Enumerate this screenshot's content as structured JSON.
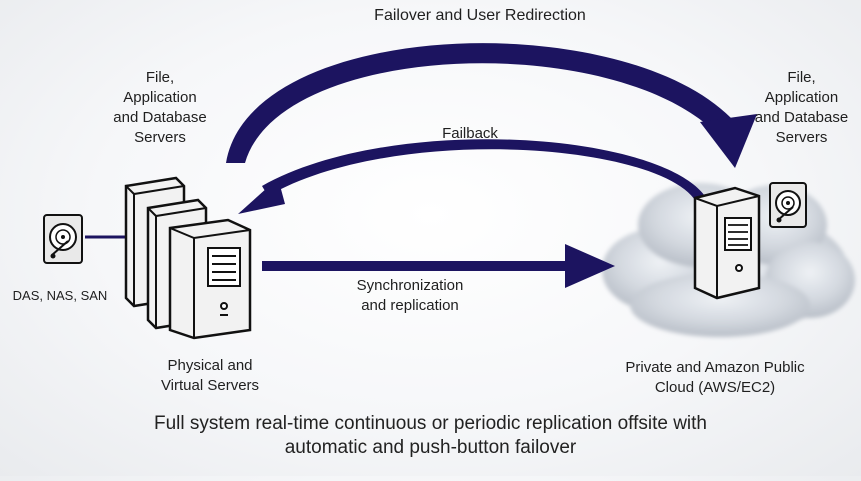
{
  "labels": {
    "failover": "Failover and User Redirection",
    "failback": "Failback",
    "sync_line1": "Synchronization",
    "sync_line2": "and replication",
    "left_servers": [
      "File,",
      "Application",
      "and Database",
      "Servers"
    ],
    "right_servers": [
      "File,",
      "Application",
      "and Database",
      "Servers"
    ],
    "storage": "DAS, NAS, SAN",
    "physical_line1": "Physical and",
    "physical_line2": "Virtual Servers",
    "cloud_line1": "Private and Amazon Public",
    "cloud_line2": "Cloud (AWS/EC2)"
  },
  "caption": {
    "line1": "Full system real-time continuous or periodic replication offsite with",
    "line2": "automatic and push-button failover"
  },
  "colors": {
    "arrow": "#1c1460",
    "cloud": "#c9ced6",
    "server_body": "#f2f2f2",
    "server_outline": "#111111"
  },
  "icons": [
    "hard-disk-icon",
    "server-tower-icon",
    "cloud-icon"
  ]
}
